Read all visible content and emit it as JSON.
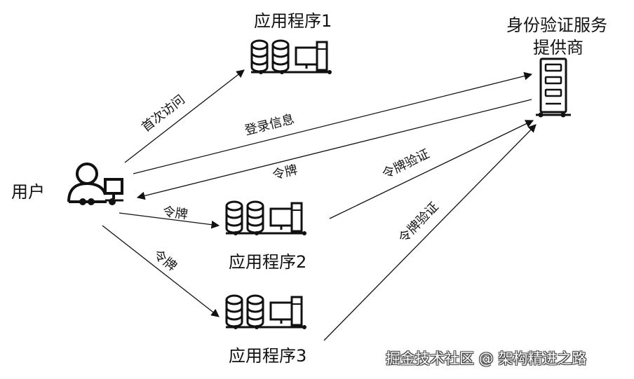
{
  "nodes": {
    "app1": "应用程序1",
    "app2": "应用程序2",
    "app3": "应用程序3",
    "auth_line1": "身份验证服务",
    "auth_line2": "提供商",
    "user": "用户"
  },
  "edges": {
    "first_visit": "首次访问",
    "login_info": "登录信息",
    "token_return": "令牌",
    "token_app2": "令牌",
    "token_app3": "令牌",
    "verify_app2": "令牌验证",
    "verify_app3": "令牌验证"
  },
  "watermark": "掘金技术社区 @ 架构精进之路"
}
